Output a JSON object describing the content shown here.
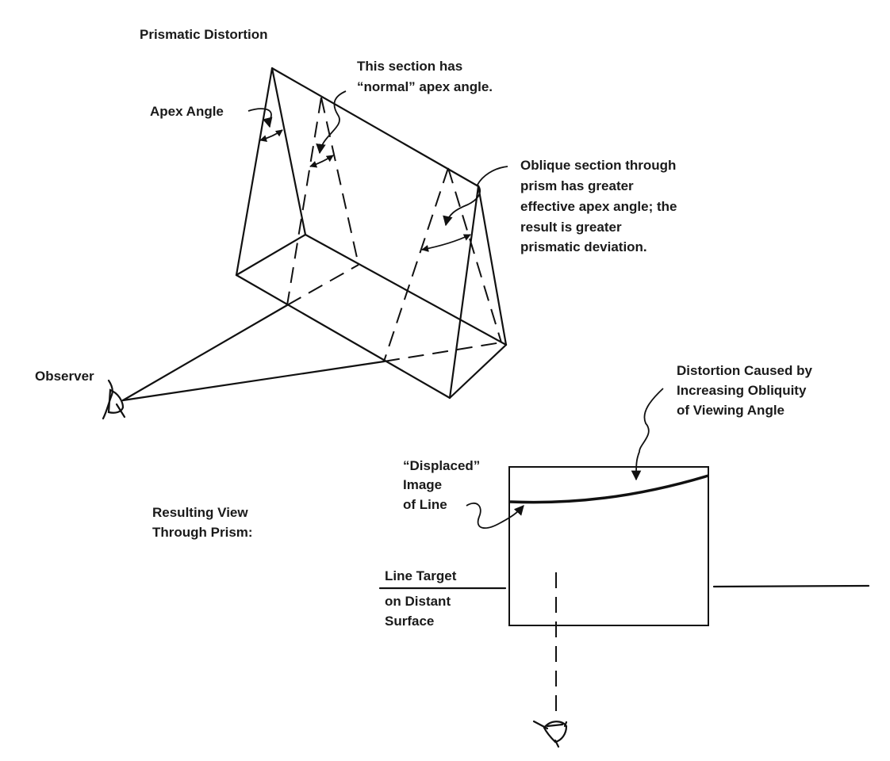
{
  "title": "Prismatic Distortion",
  "labels": {
    "apex_angle": "Apex Angle",
    "normal_section": [
      "This section has",
      "“normal” apex angle."
    ],
    "oblique_section": [
      "Oblique section through",
      "prism has greater",
      "effective apex angle; the",
      "result is greater",
      "prismatic deviation."
    ],
    "observer": "Observer",
    "distortion_caused": [
      "Distortion Caused by",
      "Increasing Obliquity",
      "of Viewing Angle"
    ],
    "displaced_image": [
      "“Displaced”",
      "Image",
      "of Line"
    ],
    "resulting_view": [
      "Resulting View",
      "Through Prism:"
    ],
    "line_target": [
      "Line Target",
      "on Distant",
      "Surface"
    ]
  },
  "icons": {
    "observer_eye_top": "eye-icon",
    "observer_eye_bottom": "eye-icon"
  },
  "colors": {
    "ink": "#111111",
    "background": "#ffffff"
  }
}
